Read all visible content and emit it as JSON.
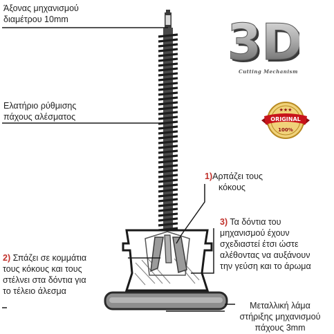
{
  "labels": {
    "axis": [
      "Άξονας μηχανισμού",
      "διαμέτρου 10mm"
    ],
    "spring": [
      "Ελατήριο ρύθμισης",
      "πάχους αλέσματος"
    ],
    "grab": {
      "num": "1)",
      "lines": [
        "Αρπάζει τους",
        "κόκους"
      ]
    },
    "teeth": {
      "num": "3)",
      "lines": [
        "Τα δόντια του",
        "μηχανισμού έχουν",
        "σχεδιαστεί έτσι ώστε",
        "αλέθοντας να αυξάνουν",
        "την γεύση και το άρωμα"
      ]
    },
    "split": {
      "num": "2)",
      "lines": [
        "Σπάζει σε κομμάτια",
        "τους κόκους και τους",
        "στέλνει στα δόντια για",
        "το τέλειο άλεσμα"
      ]
    },
    "plate": [
      "Μεταλλική λάμα",
      "στήριξης μηχανισμού",
      "πάχους 3mm"
    ]
  },
  "logo": {
    "main": "3D",
    "sub": "Cutting Mechanism"
  },
  "seal": {
    "top": "ORIGINAL",
    "bottom": "100%"
  },
  "colors": {
    "accent": "#c0302a",
    "metal": "#9a9a9a",
    "dark": "#2a2a2a",
    "ribbon": "#c8141b",
    "gold": "#d9b44a"
  }
}
